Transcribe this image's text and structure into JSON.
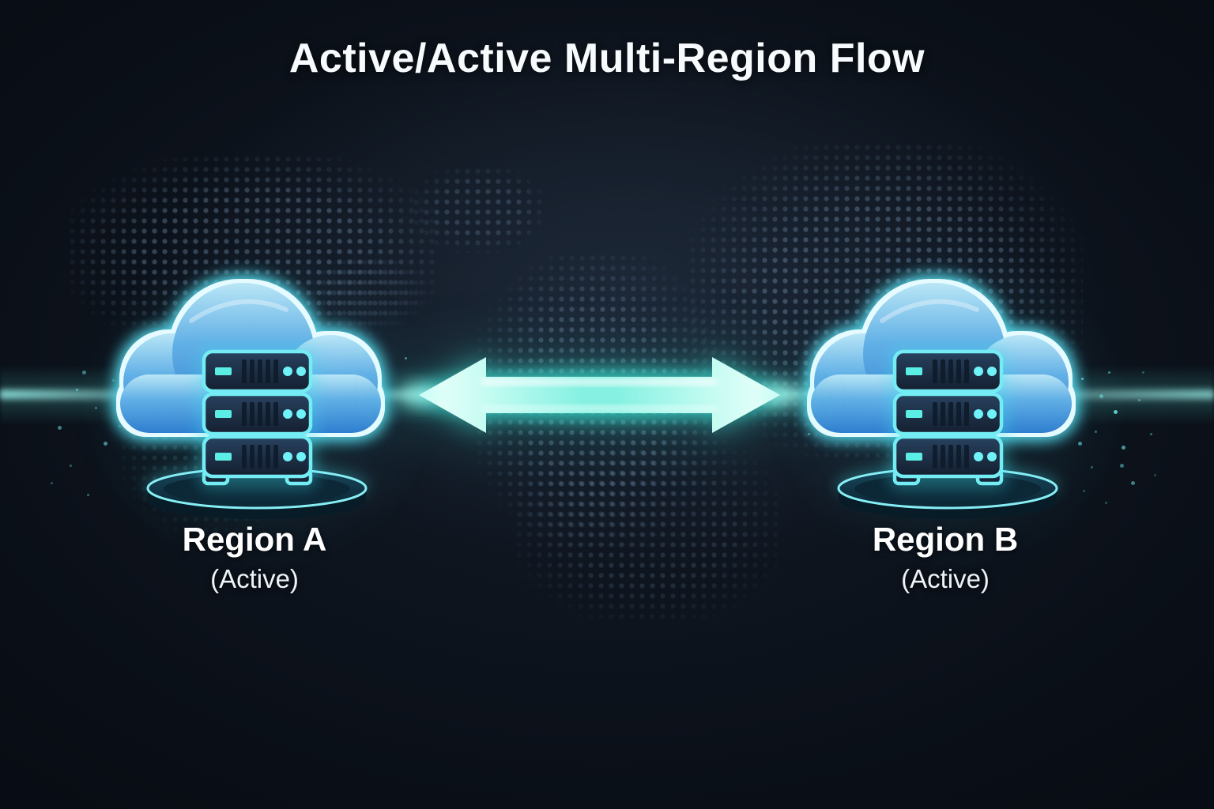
{
  "title": "Active/Active Multi-Region Flow",
  "regions": [
    {
      "name": "Region A",
      "status": "(Active)",
      "icon": "cloud-server-icon"
    },
    {
      "name": "Region B",
      "status": "(Active)",
      "icon": "cloud-server-icon"
    }
  ],
  "connection": {
    "icon": "bidirectional-arrow-icon",
    "direction": "both"
  },
  "background": {
    "decoration": "dotted-world-map"
  },
  "colors": {
    "background": "#0a0f17",
    "accent_cyan": "#6ff0ea",
    "cloud_blue": "#3f8fd8",
    "cloud_light": "#aee0f4",
    "map_dot": "#4a627a",
    "server_face": "#1a2a40",
    "text": "#f8fbfd"
  }
}
